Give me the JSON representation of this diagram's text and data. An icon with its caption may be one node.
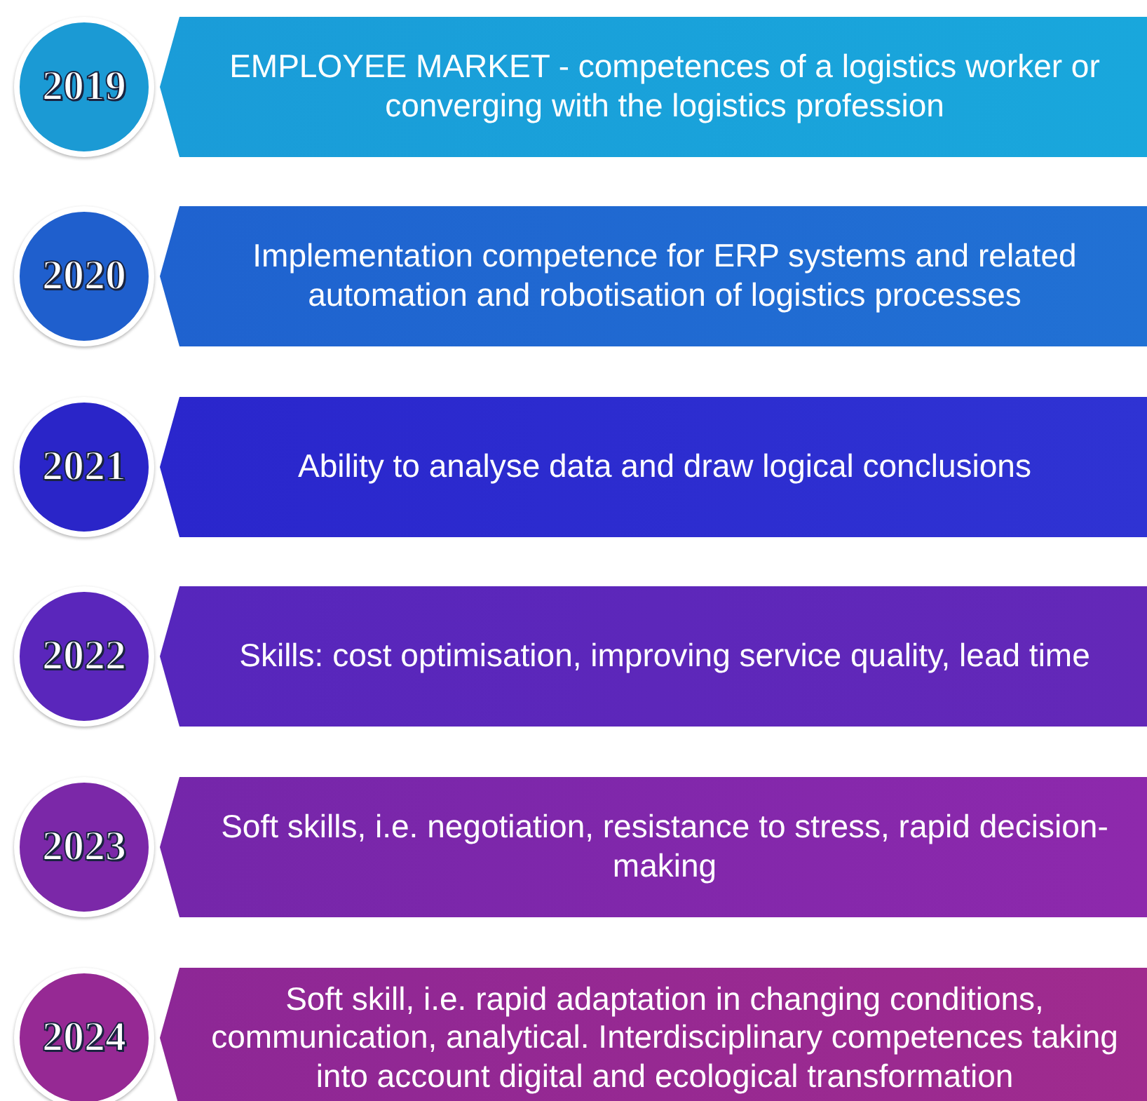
{
  "diagram": {
    "nodes": [
      {
        "text": [
          "2019"
        ]
      },
      {
        "text": [
          "EMPLOYEE MARKET - competences of a logistics worker or converging with the logistics profession"
        ]
      },
      {
        "text": [
          "2020"
        ]
      },
      {
        "text": [
          "Implementation competence for ERP systems and related automation and robotisation of logistics processes"
        ]
      },
      {
        "text": [
          "2021"
        ]
      },
      {
        "text": [
          "Ability to analyse data and draw logical conclusions"
        ]
      },
      {
        "text": [
          "2022"
        ]
      },
      {
        "text": [
          "Skills: cost optimisation, improving service quality, lead time"
        ]
      },
      {
        "text": [
          "2023"
        ]
      },
      {
        "text": [
          "Soft skills, i.e. negotiation, resistance to stress, rapid decision-making"
        ]
      },
      {
        "text": [
          "2024"
        ]
      },
      {
        "text": [
          "Soft skill, i.e. rapid adaptation in changing conditions, communication, analytical. Interdisciplinary competences taking into account digital and ecological transformation"
        ]
      }
    ]
  }
}
